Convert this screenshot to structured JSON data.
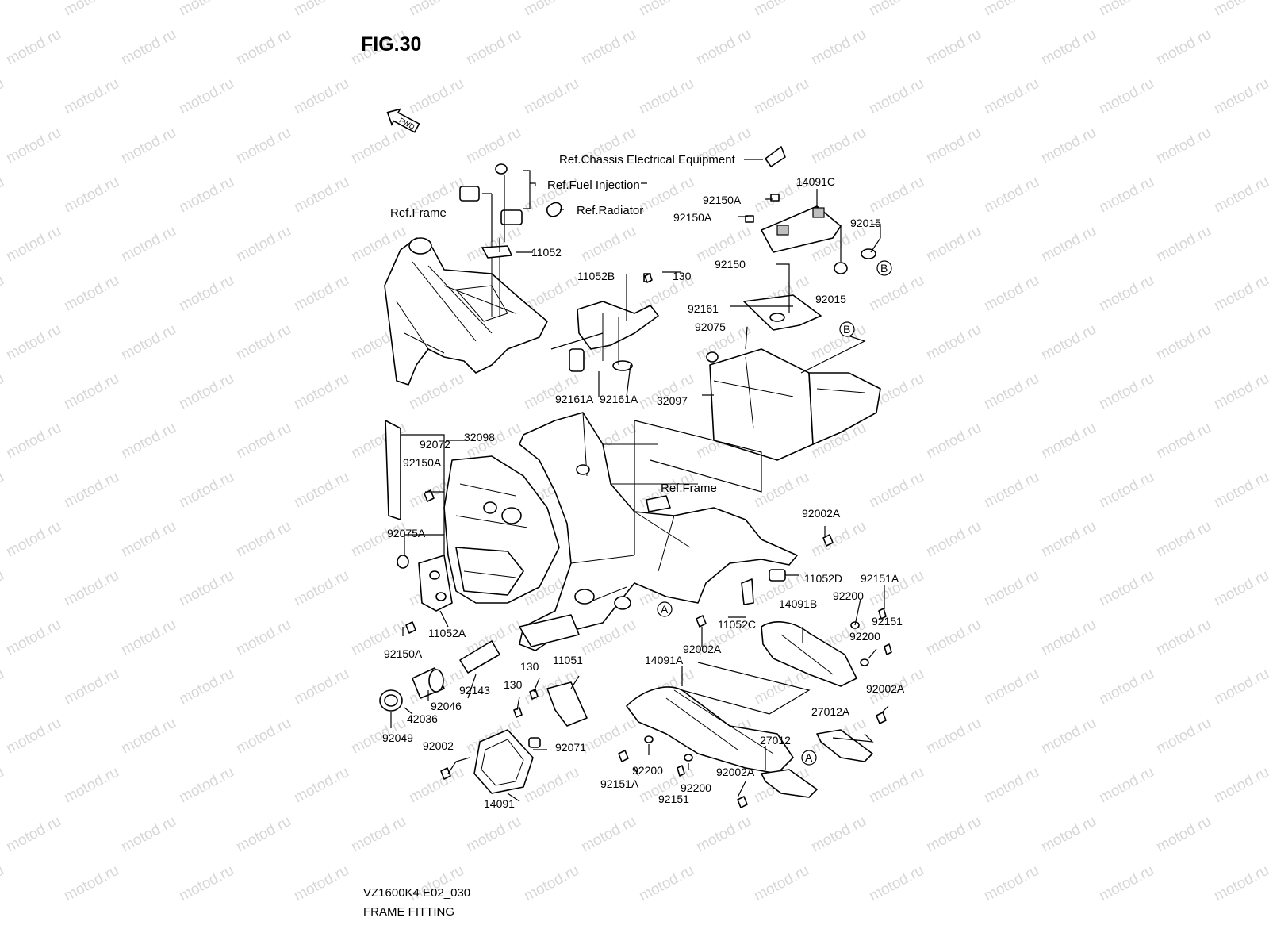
{
  "figure": {
    "title": "FIG.30",
    "model_code": "VZ1600K4 E02_030",
    "caption": "FRAME FITTING",
    "watermark": "motod.ru",
    "fwd_label": "FWD"
  },
  "references": {
    "chassis_electrical": "Ref.Chassis Electrical Equipment",
    "fuel_injection": "Ref.Fuel Injection",
    "radiator": "Ref.Radiator",
    "frame_top": "Ref.Frame",
    "frame_mid": "Ref.Frame"
  },
  "markers": {
    "a": "A",
    "b": "B"
  },
  "parts": {
    "p14091C": "14091C",
    "p92150A_1": "92150A",
    "p92150A_2": "92150A",
    "p92015_1": "92015",
    "p92015_2": "92015",
    "p92150": "92150",
    "p11052": "11052",
    "p11052B": "11052B",
    "p130_top": "130",
    "p92161": "92161",
    "p92075": "92075",
    "p32097": "32097",
    "p92161A_1": "92161A",
    "p92161A_2": "92161A",
    "p92072": "92072",
    "p32098": "32098",
    "p92150A_3": "92150A",
    "p92075A": "92075A",
    "p92002A_1": "92002A",
    "p11052D": "11052D",
    "p92151A_1": "92151A",
    "p92200_1": "92200",
    "p14091B": "14091B",
    "p92151_1": "92151",
    "p92200_2": "92200",
    "p11052C": "11052C",
    "p92002A_2": "92002A",
    "p11052A": "11052A",
    "p92150A_4": "92150A",
    "p92143": "92143",
    "p130_a": "130",
    "p11051": "11051",
    "p14091A": "14091A",
    "p130_b": "130",
    "p92002A_3": "92002A",
    "p27012A": "27012A",
    "p92046": "92046",
    "p42036": "42036",
    "p92049": "92049",
    "p92071": "92071",
    "p92002": "92002",
    "p92200_3": "92200",
    "p27012": "27012",
    "p92151A_2": "92151A",
    "p92200_4": "92200",
    "p92002A_4": "92002A",
    "p92151_2": "92151",
    "p14091": "14091"
  }
}
